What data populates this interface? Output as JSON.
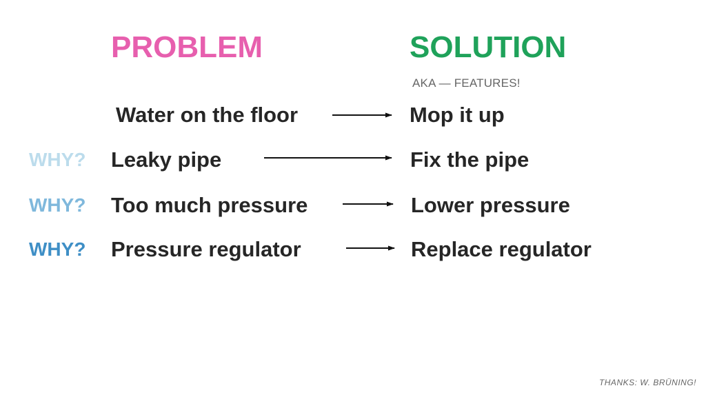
{
  "headings": {
    "problem": "PROBLEM",
    "solution": "SOLUTION",
    "aka": "AKA  —  FEATURES!"
  },
  "rows": [
    {
      "why": "",
      "problem": "Water on the floor",
      "solution": "Mop it up"
    },
    {
      "why": "WHY?",
      "problem": "Leaky pipe",
      "solution": "Fix the pipe"
    },
    {
      "why": "WHY?",
      "problem": "Too much pressure",
      "solution": "Lower pressure"
    },
    {
      "why": "WHY?",
      "problem": "Pressure regulator",
      "solution": "Replace regulator"
    }
  ],
  "colors": {
    "problem": "#e75fae",
    "solution": "#1fa25a",
    "text": "#262626",
    "why": [
      "#bcdcec",
      "#7fb8dc",
      "#3f8fc6"
    ]
  },
  "credit": "THANKS: W. BRÜNING!"
}
